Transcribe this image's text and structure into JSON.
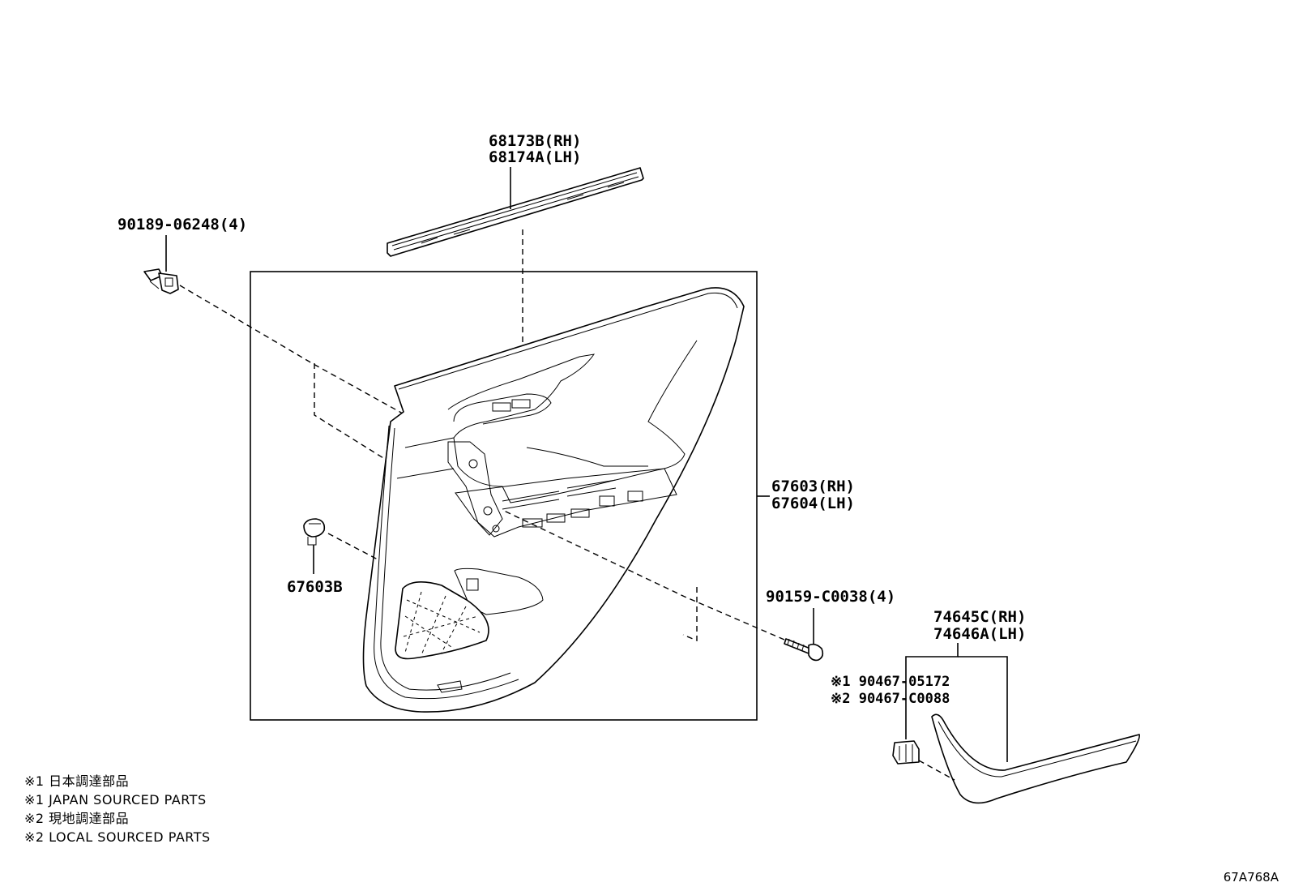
{
  "labels": {
    "weatherstrip": {
      "rh": "68173B(RH)",
      "lh": "68174A(LH)"
    },
    "clip_top": "90189-06248(4)",
    "panel": {
      "rh": "67603(RH)",
      "lh": "67604(LH)"
    },
    "clip_side": "67603B",
    "screw": "90159-C0038(4)",
    "armrest_trim": {
      "rh": "74645C(RH)",
      "lh": "74646A(LH)"
    },
    "clip_note_1": "※1 90467-05172",
    "clip_note_2": "※2 90467-C0088"
  },
  "notes": [
    "※1 日本調達部品",
    "※1 JAPAN SOURCED PARTS",
    "※2 現地調達部品",
    "※2 LOCAL SOURCED PARTS"
  ],
  "diagram_code": "67A768A"
}
